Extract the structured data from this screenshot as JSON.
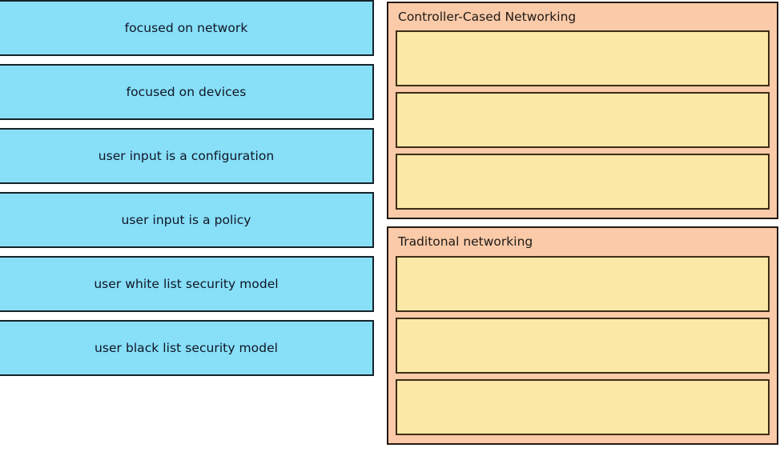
{
  "exercise": {
    "type": "drag-and-drop-matching",
    "colors": {
      "tile_fill": "#87dff8",
      "tile_border": "#15222b",
      "panel_fill": "#fbcaa8",
      "panel_border": "#231a12",
      "slot_fill": "#fbe8a6",
      "slot_border": "#3d2d16",
      "text": "#101525",
      "background": "#ffffff"
    }
  },
  "source": {
    "name": "answer-choices",
    "tiles": [
      {
        "label": "focused on network"
      },
      {
        "label": "focused on devices"
      },
      {
        "label": "user input is a configuration"
      },
      {
        "label": "user input is a policy"
      },
      {
        "label": "user white list security model"
      },
      {
        "label": "user black list security model"
      }
    ]
  },
  "targets": {
    "panels": [
      {
        "title": "Controller-Cased Networking",
        "slots": [
          {
            "content": ""
          },
          {
            "content": ""
          },
          {
            "content": ""
          }
        ]
      },
      {
        "title": "Traditonal networking",
        "slots": [
          {
            "content": ""
          },
          {
            "content": ""
          },
          {
            "content": ""
          }
        ]
      }
    ]
  }
}
